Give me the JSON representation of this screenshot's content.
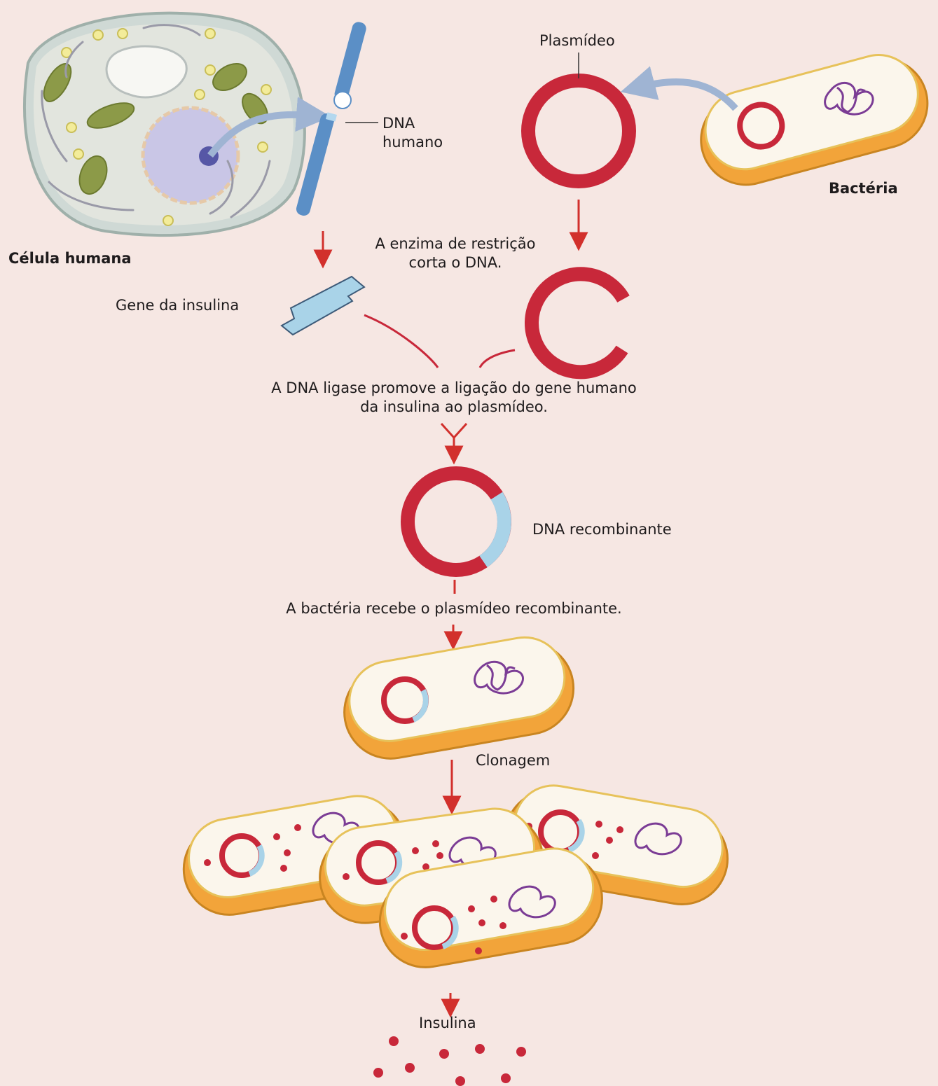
{
  "labels": {
    "human_cell": "Célula humana",
    "human_dna_line1": "DNA",
    "human_dna_line2": "humano",
    "plasmid": "Plasmídeo",
    "bacterium": "Bactéria",
    "restriction_line1": "A enzima de restrição",
    "restriction_line2": "corta o DNA.",
    "insulin_gene": "Gene da insulina",
    "ligase_line1": "A DNA ligase promove a ligação do gene humano",
    "ligase_line2": "da insulina ao plasmídeo.",
    "recombinant_dna": "DNA recombinante",
    "bacterium_receives": "A bactéria recebe o plasmídeo recombinante.",
    "cloning": "Clonagem",
    "insulin": "Insulina"
  },
  "colors": {
    "background": "#f6e7e3",
    "plasmid_red": "#c8283a",
    "human_gene_blue": "#a9d3e8",
    "chromosome_blue": "#5b8fc6",
    "bacterium_orange": "#f2a43a",
    "bacterium_inner": "#fbf6ec",
    "bacterial_dna_purple": "#7b3c95",
    "arrow_red": "#d2302c",
    "cell_gray": "#c7d3cf",
    "nucleus_lilac": "#c9c6e6",
    "mitochondria_olive": "#8c9a48"
  }
}
